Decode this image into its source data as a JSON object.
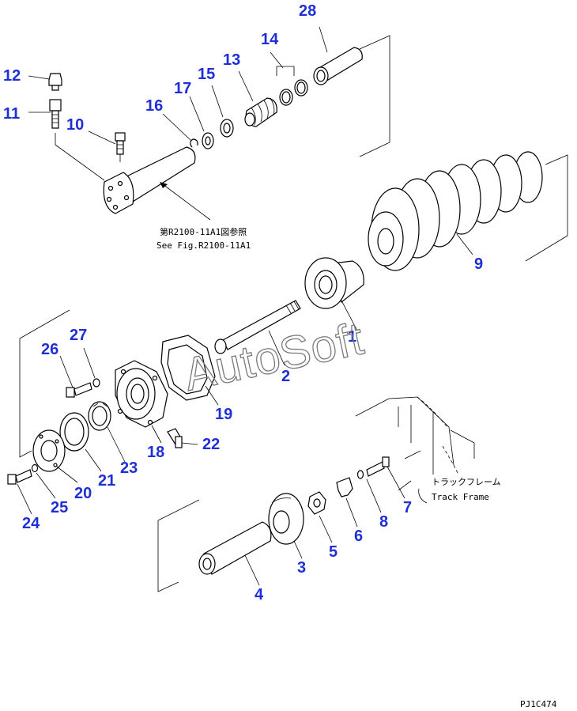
{
  "watermark": "AutoSoft",
  "drawing_code": "PJ1C474",
  "reference_note": {
    "jp": "第R2100-11A1図参照",
    "en": "See Fig.R2100-11A1"
  },
  "frame_note": {
    "jp": "トラックフレーム",
    "en": "Track Frame"
  },
  "part_labels": [
    "1",
    "2",
    "3",
    "4",
    "5",
    "6",
    "7",
    "8",
    "9",
    "10",
    "11",
    "12",
    "13",
    "14",
    "15",
    "16",
    "17",
    "18",
    "19",
    "20",
    "21",
    "22",
    "23",
    "24",
    "25",
    "26",
    "27",
    "28"
  ],
  "label_color": "#1f2fd8"
}
